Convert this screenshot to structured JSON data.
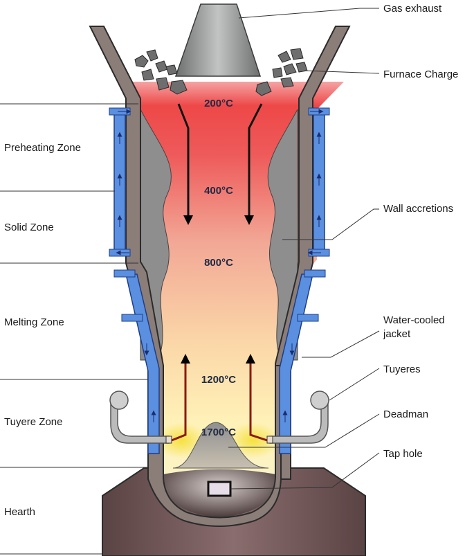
{
  "zones": {
    "preheating": "Preheating Zone",
    "solid": "Solid Zone",
    "melting": "Melting Zone",
    "tuyere": "Tuyere Zone",
    "hearth": "Hearth"
  },
  "components": {
    "gas_exhaust": "Gas exhaust",
    "furnace_charge": "Furnace Charge",
    "wall_accretions": "Wall accretions",
    "water_cooled_jacket_line1": "Water-cooled",
    "water_cooled_jacket_line2": "jacket",
    "tuyeres": "Tuyeres",
    "deadman": "Deadman",
    "tap_hole": "Tap hole"
  },
  "temperatures": {
    "t200": "200°C",
    "t400": "400°C",
    "t800": "800°C",
    "t1200": "1200°C",
    "t1700": "1700°C"
  },
  "colors": {
    "shell": "#8b7d78",
    "jacket": "#5b8fe0",
    "accretion": "#8e8e8e",
    "hot_top": "#ee4444",
    "hot_bottom": "#fff2b0",
    "flow_down": "#111111",
    "flow_up": "#8b1a10"
  }
}
